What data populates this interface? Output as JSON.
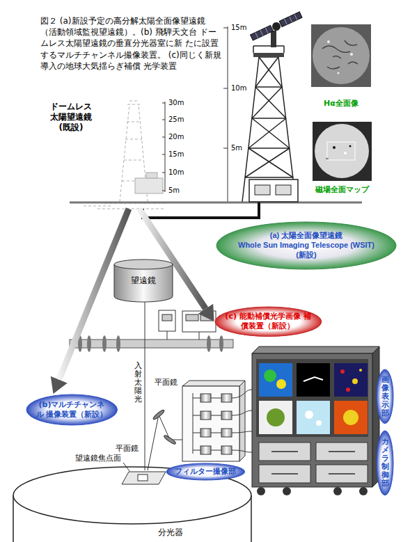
{
  "diagram": {
    "caption": "図２ (a)新設予定の高分解太陽全面像望遠鏡 （活動領域監視望遠鏡）。(b) 飛騨天文台 ドームレス太陽望遠鏡の垂直分光器室に新 たに設置するマルチチャンネル撮像装置。 (c)同じく新規導入の地球大気揺らぎ補償 光学装置",
    "nodes": [
      {
        "text": [
          "ドームレス 太陽望遠鏡 (既設)"
        ]
      },
      {
        "text": [
          "(a) 太陽全面像望遠鏡",
          "Whole Sun Imaging Telescope (WSIT)",
          "(新設)"
        ]
      },
      {
        "text": [
          "望遠鏡"
        ]
      },
      {
        "text": [
          "(c) 能動補償光学画像 補償装置（新設）"
        ]
      },
      {
        "text": [
          "(b)マルチチャンネル 撮像装置（新設）"
        ]
      },
      {
        "text": [
          "分光器"
        ]
      },
      {
        "text": [
          "フィルター撮像部"
        ]
      },
      {
        "text": [
          "画像表示部"
        ]
      },
      {
        "text": [
          "カメラ制御部"
        ]
      }
    ],
    "edges": [
      {
        "from": 0,
        "to": 4,
        "arrow": "to"
      },
      {
        "from": 0,
        "to": 3,
        "arrow": "to"
      }
    ],
    "labels": [
      "30m",
      "25m",
      "20m",
      "15m",
      "10m",
      "5m",
      "15m",
      "10m",
      "5m",
      "Hα全面像",
      "磁場全面マップ",
      "入射太陽光",
      "平面鏡",
      "平面鏡",
      "望遠鏡焦点面"
    ]
  }
}
